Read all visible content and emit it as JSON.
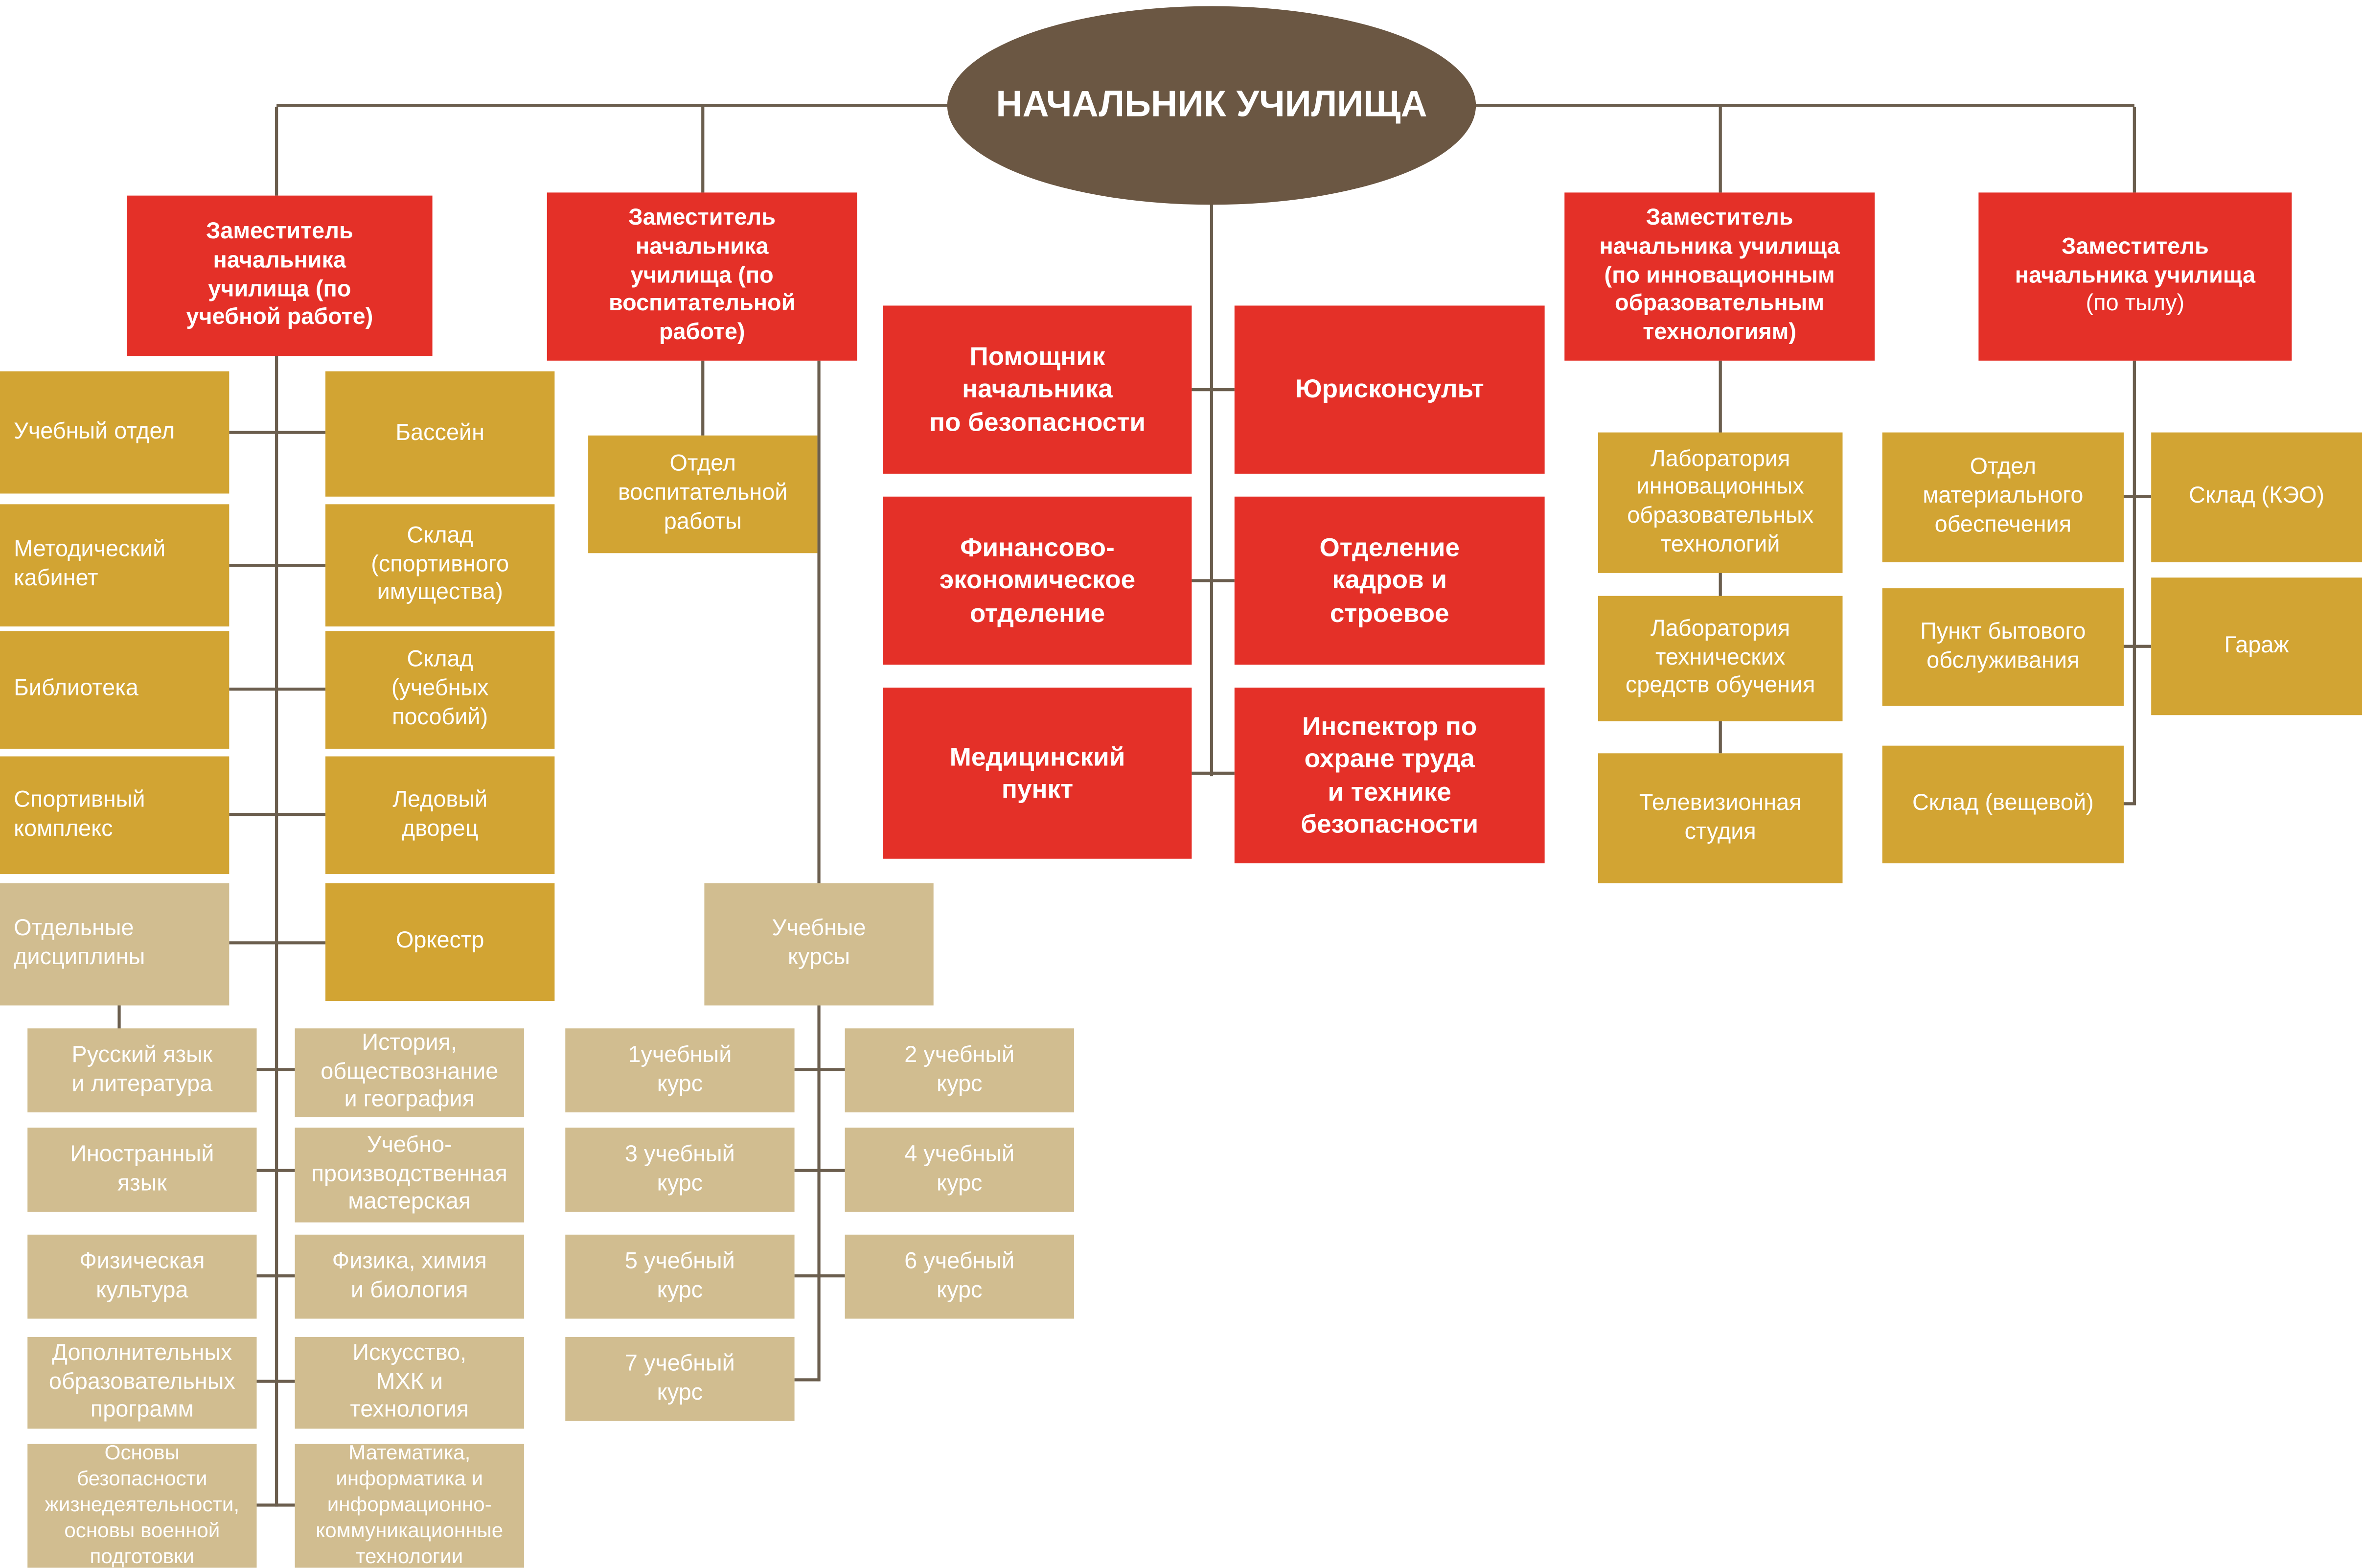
{
  "colors": {
    "head_ellipse": "#6b5743",
    "red_box": "#e43028",
    "gold_box": "#d2a433",
    "tan_box": "#d1bd90",
    "connector": "#6b5e4e"
  },
  "root": {
    "label": "НАЧАЛЬНИК УЧИЛИЩА"
  },
  "education": {
    "head": "Заместитель\nначальника\nучилища (по\nучебной работе)",
    "col1": {
      "edu_dept": "Учебный отдел",
      "method": "Методический\nкабинет",
      "library": "Библиотека",
      "sport": "Спортивный\nкомплекс",
      "disciplines": "Отдельные\nдисциплины"
    },
    "col2": {
      "pool": "Бассейн",
      "wh_sport": "Склад\n(спортивного\nимущества)",
      "wh_edu": "Склад\n(учебных\nпособий)",
      "ice": "Ледовый\nдворец",
      "orchestra": "Оркестр"
    },
    "disciplines": {
      "col1": {
        "russian": "Русский язык\nи литература",
        "foreign": "Иностранный\nязык",
        "physical": "Физическая\nкультура",
        "additional": "Дополнительных\nобразовательных\nпрограмм",
        "safety": "Основы\nбезопасности\nжизнедеятельности,\nосновы военной\nподготовки"
      },
      "col2": {
        "history": "История,\nобществознание\nи география",
        "workshop": "Учебно-\nпроизводственная\nмастерская",
        "physics": "Физика, химия\nи биология",
        "art": "Искусство,\nМХК и\nтехнология",
        "math": "Математика,\nинформатика и\nинформационно-\nкоммуникационные\nтехнологии"
      }
    }
  },
  "upbringing": {
    "head": "Заместитель\nначальника\nучилища (по\nвоспитательной\nработе)",
    "dept": "Отдел\nвоспитательной\nработы",
    "courses_head": "Учебные\nкурсы",
    "courses": {
      "c1": "1учебный\nкурс",
      "c2": "2 учебный\nкурс",
      "c3": "3 учебный\nкурс",
      "c4": "4 учебный\nкурс",
      "c5": "5 учебный\nкурс",
      "c6": "6 учебный\nкурс",
      "c7": "7 учебный\nкурс"
    }
  },
  "central": {
    "security": "Помощник\nначальника\nпо безопасности",
    "legal": "Юрисконсульт",
    "finance": "Финансово-\nэкономическое\nотделение",
    "hr": "Отделение\nкадров и\nстроевое",
    "medical": "Медицинский\nпункт",
    "inspector": "Инспектор по\nохране труда\nи технике\nбезопасности"
  },
  "innovation": {
    "head": "Заместитель\nначальника училища\n(по инновационным\nобразовательным\nтехнологиям)",
    "lab_innov": "Лаборатория\nинновационных\nобразовательных\nтехнологий",
    "lab_tech": "Лаборатория\nтехнических\nсредств обучения",
    "tv_studio": "Телевизионная\nстудия"
  },
  "rear": {
    "head_title": "Заместитель\nначальника училища",
    "head_sub": "(по тылу)",
    "col1": {
      "material": "Отдел\nматериального\nобеспечения",
      "household": "Пункт бытового\nобслуживания",
      "wh_clothes": "Склад (вещевой)"
    },
    "col2": {
      "wh_keo": "Склад (КЭО)",
      "garage": "Гараж"
    }
  }
}
